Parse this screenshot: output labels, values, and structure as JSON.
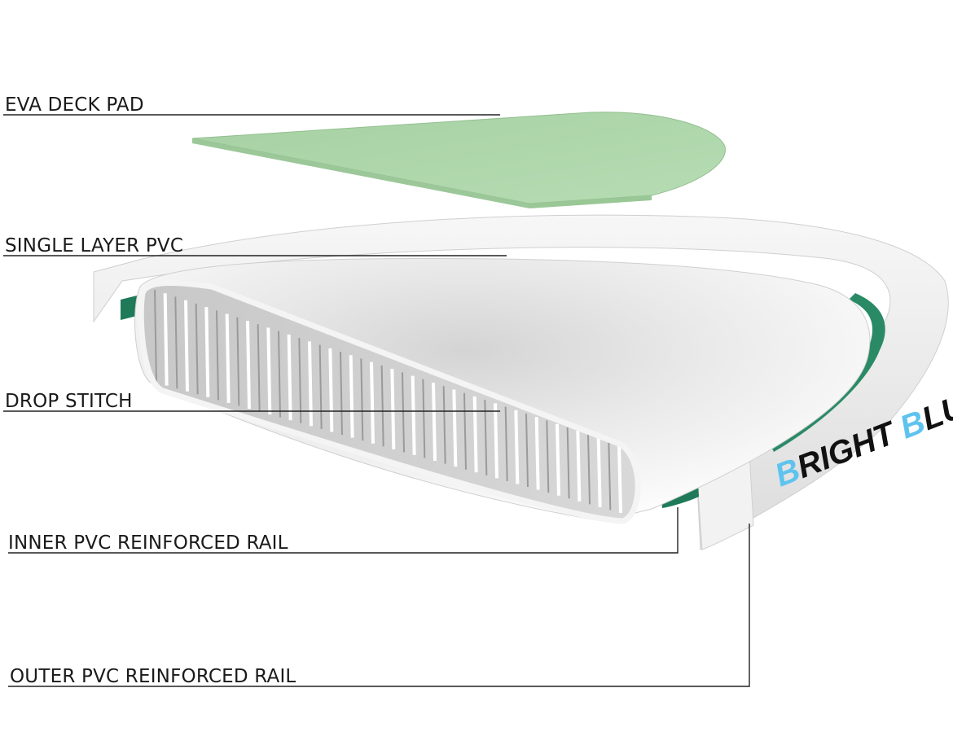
{
  "labels": {
    "eva_deck_pad": "EVA DECK PAD",
    "single_layer_pvc": "SINGLE LAYER PVC",
    "drop_stitch": "DROP STITCH",
    "inner_rail": "INNER PVC REINFORCED RAIL",
    "outer_rail": "OUTER PVC REINFORCED RAIL"
  },
  "brand": {
    "first_initial": "B",
    "first_rest": "RIGHT ",
    "second_initial": "B",
    "second_rest": "LUE"
  },
  "colors": {
    "deck_pad": "#a9d3a6",
    "rail_green": "#1f7a5a",
    "brand_initial": "#5ec3ee",
    "brand_text": "#111111",
    "leader_line": "#222222"
  }
}
